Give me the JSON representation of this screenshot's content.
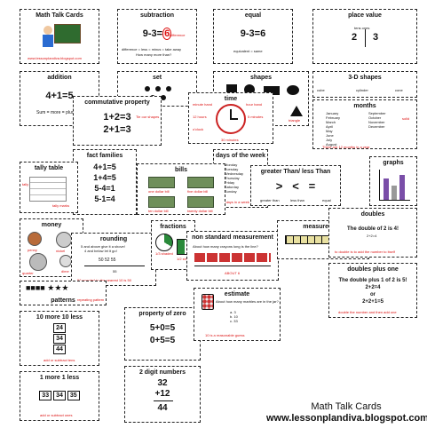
{
  "cards": {
    "math_talk": {
      "title": "Math Talk Cards",
      "footer": "www.lessonplandiva.blogspot.com"
    },
    "subtraction": {
      "title": "subtraction",
      "eq_a": "9-3=",
      "eq_b": "6",
      "diff_tag": "difference",
      "line1": "difference = less = minus = take away",
      "line2": "How many more than?"
    },
    "equal": {
      "title": "equal",
      "eq": "9-3=6",
      "caption": "equivalent = same"
    },
    "place_value": {
      "title": "place value",
      "header": "tens ones",
      "tens": "2",
      "ones": "3"
    },
    "addition": {
      "title": "addition",
      "eq": "4+1=5",
      "caption": "Sum = more = plus"
    },
    "set": {
      "title": "set"
    },
    "shapes": {
      "title": "shapes",
      "tag": "triangle"
    },
    "three_d": {
      "title": "3-D shapes",
      "tag_a": "cube",
      "tag_b": "cylinder",
      "tag_c": "cone"
    },
    "commutative": {
      "title": "commutative property",
      "eq1": "1+2=3",
      "eq2": "2+1=3",
      "tag": "Tie our shapes"
    },
    "time": {
      "title": "time",
      "tag_a": "minute hand",
      "tag_b": "hour hand",
      "tag_c": "5 minutes",
      "tag_d": "12 hours",
      "tag_e": "o'clock",
      "tag_f": "30 minutes"
    },
    "months": {
      "title": "months",
      "col1": "January\nFebruary\nMarch\nApril\nMay\nJune\nJuly\nAugust",
      "col2": "September\nOctober\nNovember\nDecember",
      "tag_a": "solid",
      "tag_b": "There are 12 months in a year"
    },
    "fact_families": {
      "title": "fact families",
      "rows": [
        "4+1=5",
        "1+4=5",
        "5-4=1",
        "5-1=4"
      ]
    },
    "days": {
      "title": "days of the week",
      "days": "Monday\nTuesday\nWednesday\nThursday\nFriday\nSaturday\nSunday",
      "tag": "7 days in a week"
    },
    "tally": {
      "title": "tally table",
      "tag_a": "tally",
      "tag_b": "tally marks"
    },
    "bills": {
      "title": "bills",
      "tag_a": "one dollar bill",
      "tag_b": "five dollar bill",
      "tag_c": "ten dollar bill",
      "tag_d": "twenty dollar bill"
    },
    "greater_less": {
      "title": "greater Than/ less Than",
      "tag_a": "greater than",
      "tag_b": "less than",
      "tag_c": "equal"
    },
    "graphs": {
      "title": "graphs"
    },
    "money": {
      "title": "money",
      "tag_a": "penny",
      "tag_b": "nickel",
      "tag_c": "quarter",
      "tag_d": "dime"
    },
    "rounding": {
      "title": "rounding",
      "line1": "5 and above give it a shove!",
      "line2": "4 and below let it go!",
      "nums": "50  52  55",
      "nums2": "55",
      "result": "52 rounded to the nearest 10 is 50"
    },
    "fractions": {
      "title": "fractions",
      "tag_a": "1/3 shaded",
      "tag_b": "1/2 shaded"
    },
    "nonstandard": {
      "title": "non standard measurement",
      "question": "About how many crayons long is the line?",
      "answer": "ABOUT 6"
    },
    "measurement": {
      "title": "measurement",
      "tag": "centimeters"
    },
    "doubles": {
      "title": "doubles",
      "line1": "The double of 2 is 4!",
      "line2": "2+2=4",
      "tag": "to double is to add the number to itself"
    },
    "doubles_plus_one": {
      "title": "doubles plus one",
      "line1": "The double plus 1 of 2 is 5!",
      "line2": "2+2=4",
      "line3": "or",
      "line4": "2+2+1=5",
      "tag": "double the number and then add one"
    },
    "patterns": {
      "title": "patterns",
      "tag": "repeating pattern"
    },
    "ten_more_less": {
      "title": "10 more 10 less",
      "nums": [
        "24",
        "34",
        "44"
      ],
      "tag": "add or subtract tens"
    },
    "zero": {
      "title": "property of zero",
      "eq1": "5+0=5",
      "eq2": "0+5=5"
    },
    "estimate": {
      "title": "estimate",
      "question": "About how many marbles are in the jar?",
      "choices": "a. 3\nb. 10\nc. 33",
      "answer": "10 is a reasonable guess"
    },
    "one_more_less": {
      "title": "1 more 1 less",
      "nums": [
        "33",
        "34",
        "35"
      ],
      "tag": "add or subtract ones"
    },
    "two_digit": {
      "title": "2 digit numbers",
      "top": "32",
      "mid": "+12",
      "res": "44"
    }
  },
  "caption": {
    "line1": "Math Talk Cards",
    "line2": "www.lessonplandiva.blogspot.com"
  }
}
